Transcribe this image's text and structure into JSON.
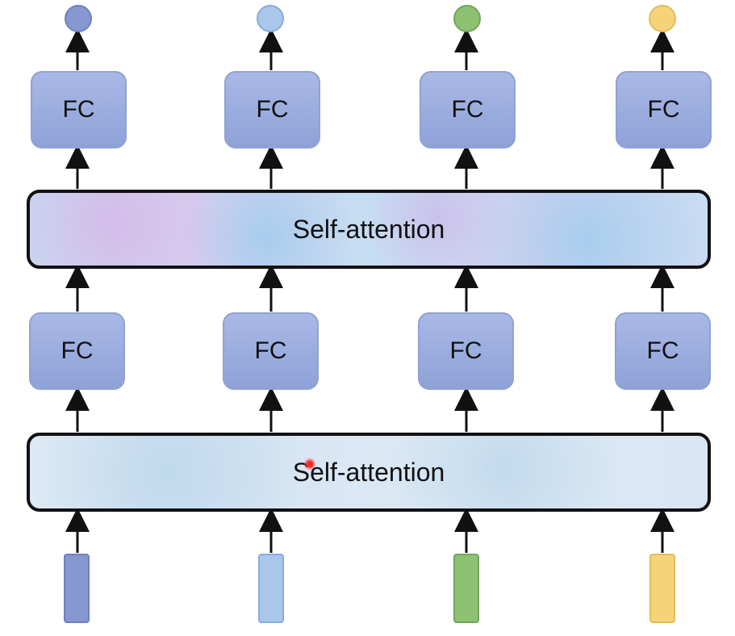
{
  "diagram": {
    "columns": [
      {
        "output_color": "#8797cf",
        "input_color": "#8797cf"
      },
      {
        "output_color": "#a9c7ea",
        "input_color": "#a9c7ea"
      },
      {
        "output_color": "#8fc172",
        "input_color": "#8fc172"
      },
      {
        "output_color": "#f6d37b",
        "input_color": "#f6d37b"
      }
    ],
    "fc_label": "FC",
    "top_fc_labels": [
      "FC",
      "FC",
      "FC",
      "FC"
    ],
    "bottom_fc_labels": [
      "FC",
      "FC",
      "FC",
      "FC"
    ],
    "self_attention_top": "Self-attention",
    "self_attention_bottom": "Self-attention",
    "caption": "_ _ _ / _ _ _ _ _ _ _"
  }
}
